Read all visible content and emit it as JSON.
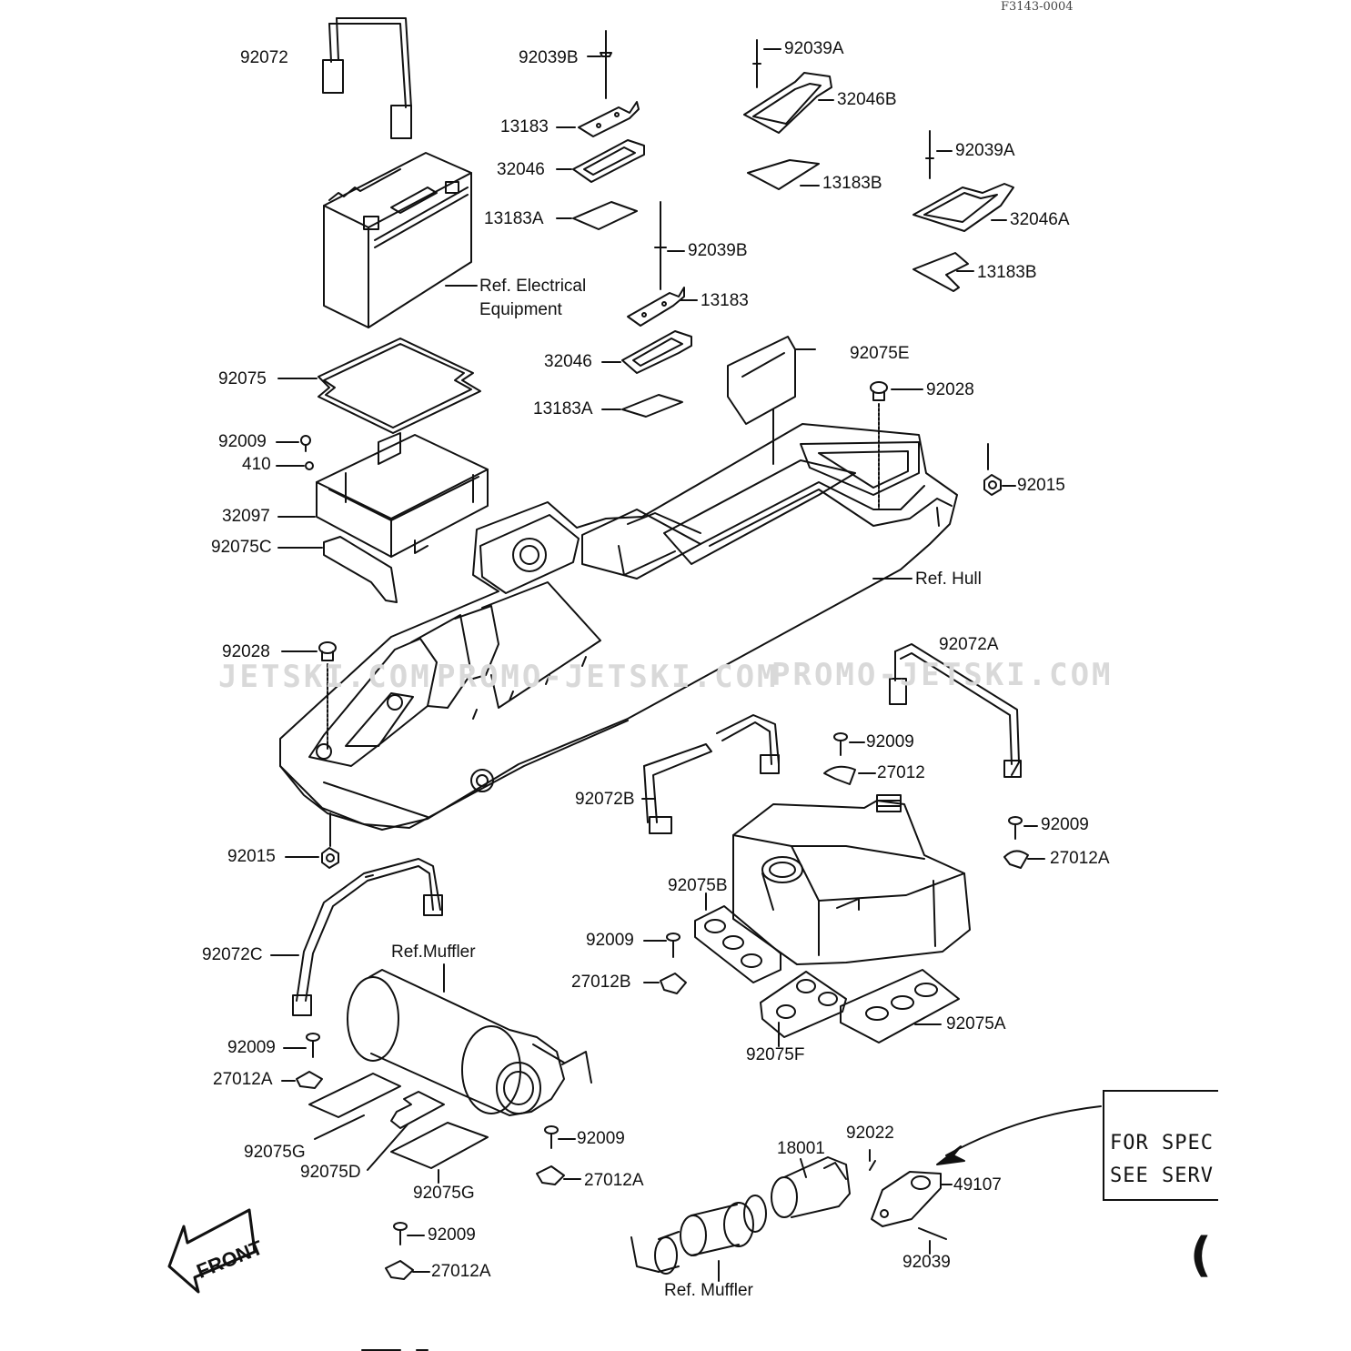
{
  "drawing_code": "F3143-0004",
  "watermarks": [
    "JETSKI.COM",
    "PROMO-JETSKI.COM",
    "PROMO-JETSKI.COM"
  ],
  "front_arrow_label": "FRONT",
  "note_box": {
    "line1": "FOR SPEC",
    "line2": "SEE SERV"
  },
  "bracket_glyph": "(",
  "references": {
    "electrical": "Ref. Electrical\nEquipment",
    "hull": "Ref. Hull",
    "muffler_top": "Ref.Muffler",
    "muffler_bottom": "Ref. Muffler"
  },
  "parts": {
    "p92072": "92072",
    "p92039B_a": "92039B",
    "p92039A_a": "92039A",
    "p32046B": "32046B",
    "p13183_a": "13183",
    "p92039A_b": "92039A",
    "p32046_a": "32046",
    "p13183B_a": "13183B",
    "p13183A_a": "13183A",
    "p32046A": "32046A",
    "p92039B_b": "92039B",
    "p13183B_b": "13183B",
    "p13183_b": "13183",
    "p92075E": "92075E",
    "p92075": "92075",
    "p32046_b": "32046",
    "p92028_a": "92028",
    "p13183A_b": "13183A",
    "p92009_a": "92009",
    "p410": "410",
    "p92015_a": "92015",
    "p32097": "32097",
    "p92075C": "92075C",
    "p92072A": "92072A",
    "p92028_b": "92028",
    "p92009_b": "92009",
    "p27012": "27012",
    "p92072B": "92072B",
    "p92009_c": "92009",
    "p27012A_a": "27012A",
    "p92015_b": "92015",
    "p92075B": "92075B",
    "p92009_d": "92009",
    "p92072C": "92072C",
    "p27012B": "27012B",
    "p92075A": "92075A",
    "p92009_e": "92009",
    "p92075F": "92075F",
    "p27012A_b": "27012A",
    "p92009_f": "92009",
    "p92022": "92022",
    "p18001": "18001",
    "p92075G_a": "92075G",
    "p27012A_c": "27012A",
    "p49107": "49107",
    "p92075D": "92075D",
    "p92075G_b": "92075G",
    "p92009_g": "92009",
    "p92039": "92039",
    "p27012A_d": "27012A"
  }
}
